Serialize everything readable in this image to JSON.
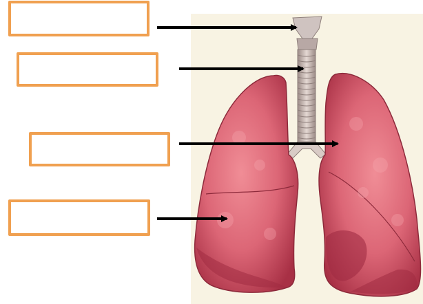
{
  "labels": [
    {
      "id": "trachea-label",
      "text": ""
    },
    {
      "id": "airway-label",
      "text": ""
    },
    {
      "id": "bronchus-label",
      "text": ""
    },
    {
      "id": "lung-label",
      "text": ""
    }
  ],
  "colors": {
    "box_border": "#f0a050",
    "arrow": "#000000",
    "background_panel": "#f8f3e3",
    "lung_fill": "#d9606e",
    "lung_shadow": "#b23c4c",
    "trachea": "#c9b9b4"
  },
  "icons": {
    "arrow": "right-arrow-icon"
  }
}
